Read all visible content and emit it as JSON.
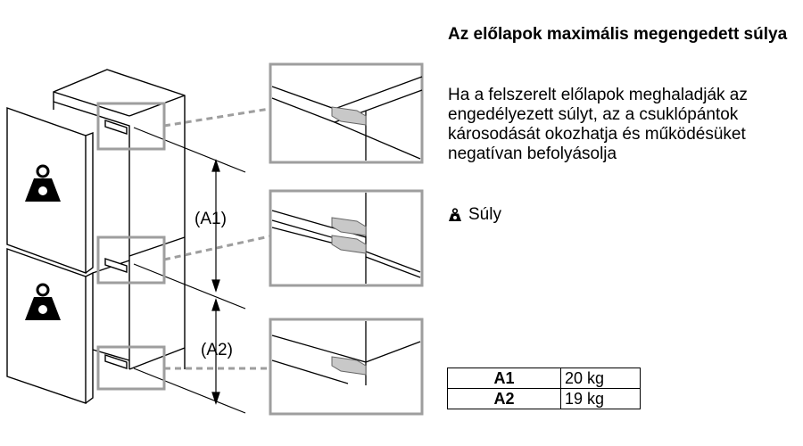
{
  "heading": "Az előlapok maximális megengedett súlya",
  "description": "Ha a felszerelt előlapok meghaladják az engedélyezett súlyt, az a csuklópántok károsodását okozhatja és működésüket negatívan befolyásolja",
  "legend": {
    "icon": "weight-icon",
    "label": "Súly"
  },
  "dimensions": {
    "a1": "(A1)",
    "a2": "(A2)"
  },
  "table": {
    "rows": [
      {
        "key": "A1",
        "value": "20 kg"
      },
      {
        "key": "A2",
        "value": "19 kg"
      }
    ]
  },
  "colors": {
    "box": "#9e9e9e",
    "hinge": "#c8c8c8",
    "line": "#000000"
  }
}
